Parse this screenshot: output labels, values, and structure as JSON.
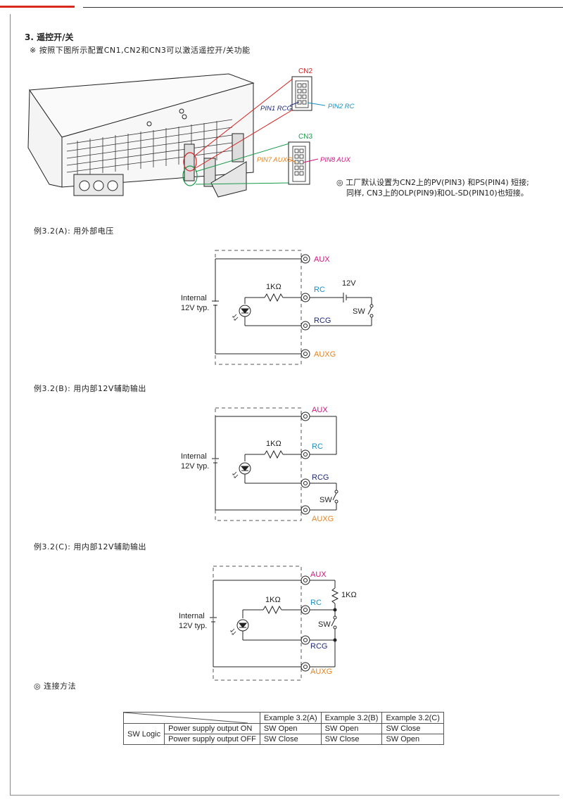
{
  "section": {
    "number": "3.",
    "title": "遥控开/关",
    "note": "※ 按照下图所示配置CN1,CN2和CN3可以激活遥控开/关功能"
  },
  "connector_diagram": {
    "cn2_label": "CN2",
    "cn3_label": "CN3",
    "pin1_label": "PIN1 RCG",
    "pin2_label": "PIN2 RC",
    "pin7_label": "PIN7 AUXG",
    "pin8_label": "PIN8 AUX",
    "default_note_line1": "◎ 工厂默认设置为CN2上的PV(PIN3) 和PS(PIN4) 短接;",
    "default_note_line2": "同样, CN3上的OLP(PIN9)和OL-SD(PIN10)也短接。"
  },
  "examples": [
    {
      "label": "例3.2(A): 用外部电压",
      "internal": "Internal",
      "internal2": "12V typ.",
      "resistor": "1KΩ",
      "aux": "AUX",
      "rc": "RC",
      "rcg": "RCG",
      "auxg": "AUXG",
      "ext_voltage": "12V",
      "sw": "SW"
    },
    {
      "label": "例3.2(B): 用内部12V辅助输出",
      "internal": "Internal",
      "internal2": "12V typ.",
      "resistor": "1KΩ",
      "aux": "AUX",
      "rc": "RC",
      "rcg": "RCG",
      "auxg": "AUXG",
      "sw": "SW"
    },
    {
      "label": "例3.2(C): 用内部12V辅助输出",
      "internal": "Internal",
      "internal2": "12V typ.",
      "resistor": "1KΩ",
      "resistor_ext": "1KΩ",
      "aux": "AUX",
      "rc": "RC",
      "rcg": "RCG",
      "auxg": "AUXG",
      "sw": "SW"
    }
  ],
  "connection_method_label": "◎ 连接方法",
  "table": {
    "headers": [
      "Example 3.2(A)",
      "Example 3.2(B)",
      "Example 3.2(C)"
    ],
    "sw_logic": "SW Logic",
    "rows": [
      {
        "label": "Power supply output ON",
        "values": [
          "SW Open",
          "SW Open",
          "SW Close"
        ]
      },
      {
        "label": "Power supply output OFF",
        "values": [
          "SW Close",
          "SW Close",
          "SW Open"
        ]
      }
    ]
  },
  "colors": {
    "aux": "#d4127d",
    "rc": "#1a8fc4",
    "rcg": "#1f2a7a",
    "auxg": "#e8821e",
    "cn2": "#d42020",
    "cn3": "#1a9a4a",
    "pin1": "#1f2a7a",
    "pin2": "#1a8fc4",
    "pin7": "#e8821e",
    "pin8": "#d4127d"
  }
}
